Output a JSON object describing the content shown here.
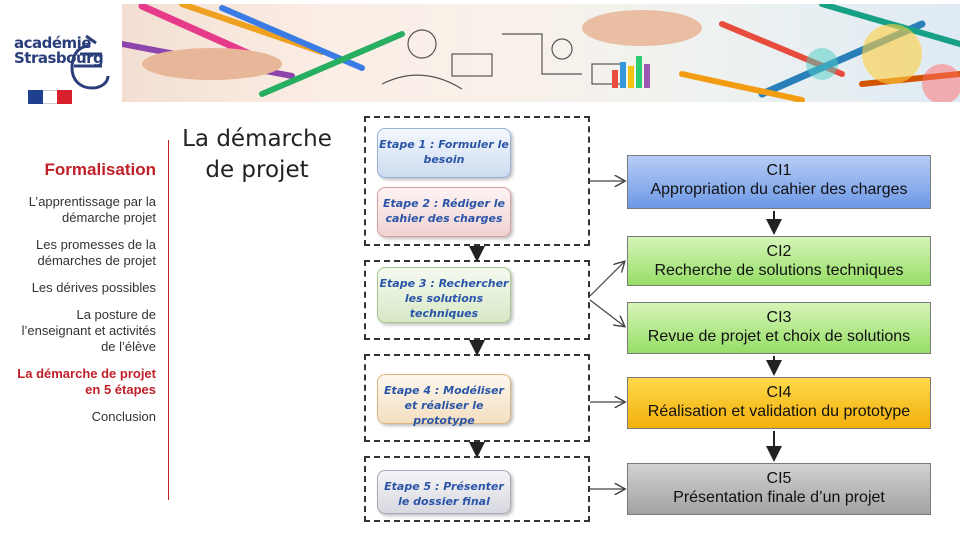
{
  "header": {
    "logo_line1": "académie",
    "logo_line2": "Strasbourg",
    "flag_colors": [
      "#1f3f8f",
      "#ffffff",
      "#d8202c"
    ]
  },
  "sidebar": {
    "title": "Formalisation",
    "items": [
      {
        "label": "L’apprentissage par la démarche projet",
        "active": false
      },
      {
        "label": "Les promesses de la démarches de projet",
        "active": false
      },
      {
        "label": "Les dérives possibles",
        "active": false
      },
      {
        "label": "La posture de l’enseignant et activités de l’élève",
        "active": false
      },
      {
        "label": "La démarche de projet en 5 étapes",
        "active": true
      },
      {
        "label": "Conclusion",
        "active": false
      }
    ]
  },
  "main": {
    "title": "La démarche de projet"
  },
  "steps": [
    {
      "label": "Etape 1 : Formuler le besoin",
      "color": "blue"
    },
    {
      "label": "Etape 2 : Rédiger le cahier des charges",
      "color": "red"
    },
    {
      "label": "Etape 3 : Rechercher les solutions techniques",
      "color": "green"
    },
    {
      "label": "Etape 4 : Modéliser et réaliser le prototype",
      "color": "orange"
    },
    {
      "label": "Etape 5 : Présenter le dossier final",
      "color": "gray"
    }
  ],
  "cis": [
    {
      "code": "CI1",
      "label": "Appropriation du cahier des charges",
      "color": "blue"
    },
    {
      "code": "CI2",
      "label": "Recherche de solutions techniques",
      "color": "green"
    },
    {
      "code": "CI3",
      "label": "Revue de projet et choix de solutions",
      "color": "green"
    },
    {
      "code": "CI4",
      "label": "Réalisation et validation du prototype",
      "color": "yellow"
    },
    {
      "code": "CI5",
      "label": "Présentation finale d’un projet",
      "color": "gray"
    }
  ],
  "colors": {
    "accent_red": "#c0202a",
    "step_text": "#2a55a8"
  }
}
